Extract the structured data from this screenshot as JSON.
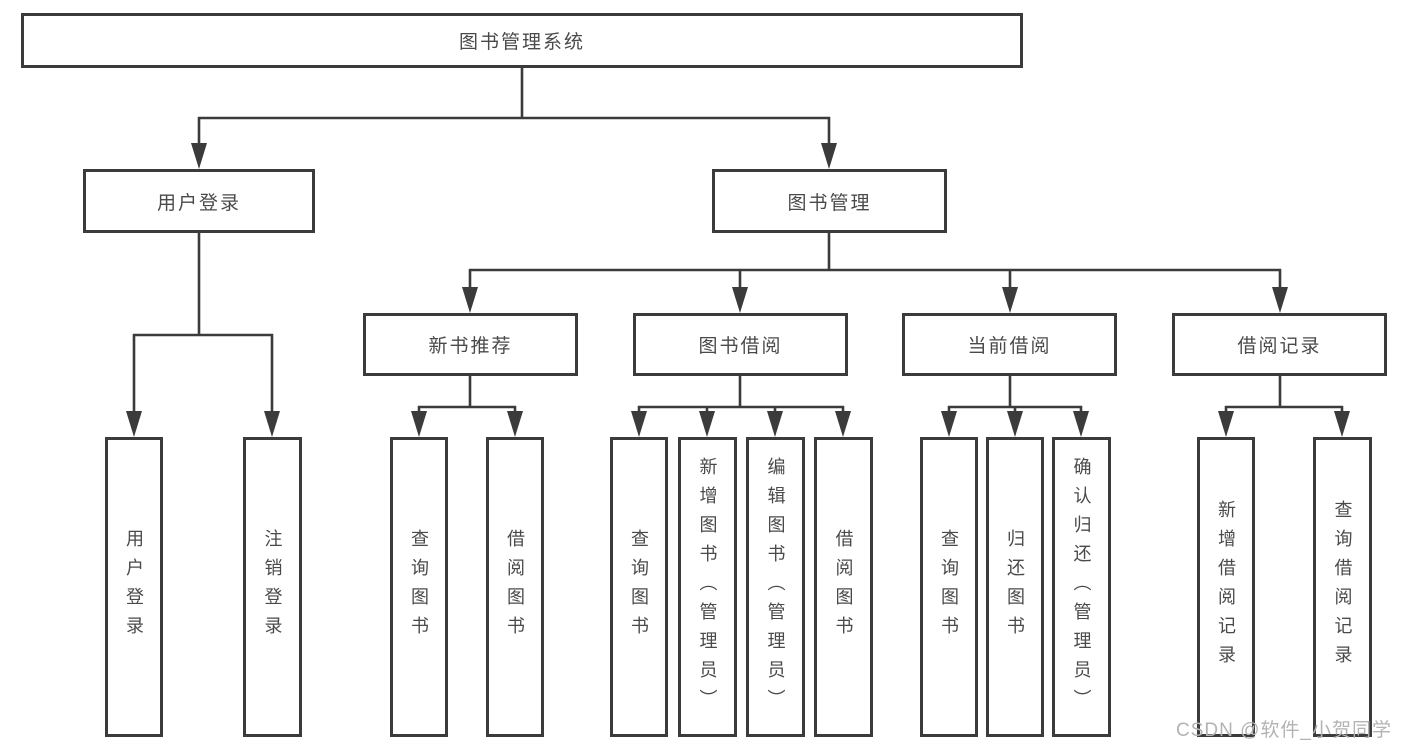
{
  "colors": {
    "line": "#3b3b3b",
    "text": "#4a4a4a",
    "watermark": "#b3b3b3"
  },
  "watermark": "CSDN @软件_小贺同学",
  "diagram": {
    "root": {
      "label": "图书管理系统"
    },
    "login": {
      "label": "用户登录",
      "leaves": [
        "用户登录",
        "注销登录"
      ]
    },
    "management": {
      "label": "图书管理",
      "groups": [
        {
          "label": "新书推荐",
          "leaves": [
            "查询图书",
            "借阅图书"
          ]
        },
        {
          "label": "图书借阅",
          "leaves": [
            "查询图书",
            "新增图书（管理员）",
            "编辑图书（管理员）",
            "借阅图书"
          ]
        },
        {
          "label": "当前借阅",
          "leaves": [
            "查询图书",
            "归还图书",
            "确认归还（管理员）"
          ]
        },
        {
          "label": "借阅记录",
          "leaves": [
            "新增借阅记录",
            "查询借阅记录"
          ]
        }
      ]
    }
  }
}
